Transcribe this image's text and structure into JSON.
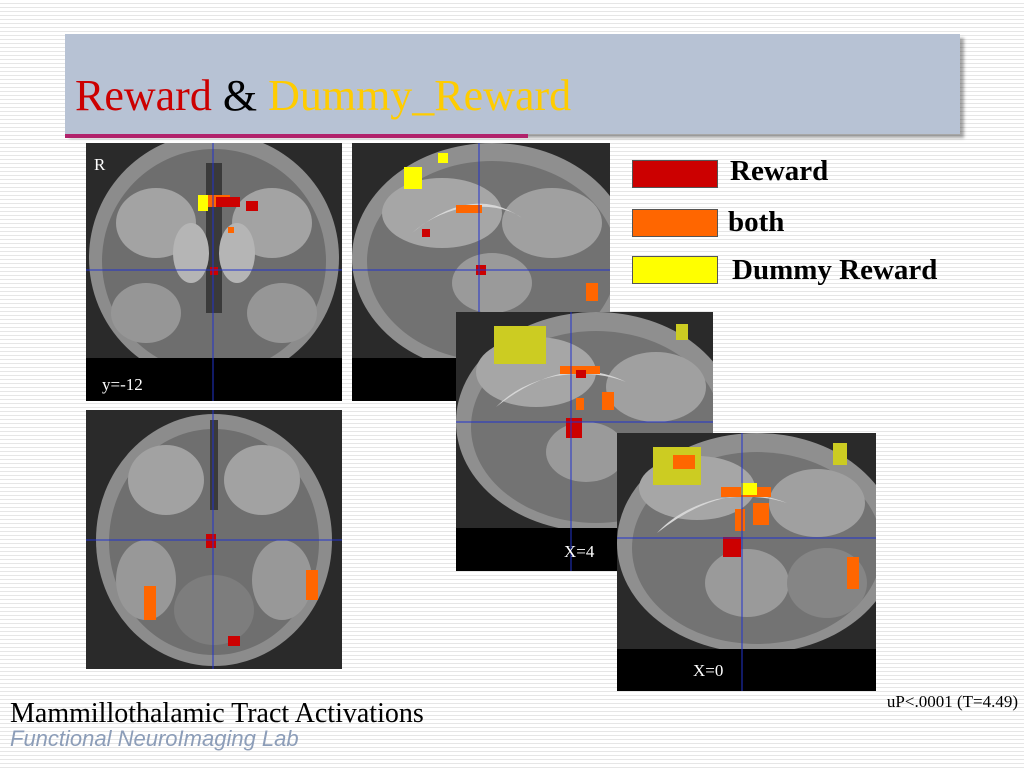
{
  "title": {
    "part1": "Reward",
    "sep": "&",
    "part2": "Dummy_Reward"
  },
  "legend": [
    {
      "label": "Reward",
      "color": "#cc0000"
    },
    {
      "label": "both",
      "color": "#ff6600"
    },
    {
      "label": "Dummy Reward",
      "color": "#ffff00"
    }
  ],
  "panels": {
    "coronal": {
      "orientation_label": "R",
      "slice_label": "y=-12"
    },
    "sagittal_top": {
      "slice_label": ""
    },
    "axial": {
      "slice_label": ""
    },
    "sagittal_x4": {
      "slice_label": "X=4"
    },
    "sagittal_x0": {
      "slice_label": "X=0"
    }
  },
  "stat_note": "uP<.0001 (T=4.49)",
  "footer": {
    "title": "Mammillothalamic Tract Activations",
    "lab": "Functional NeuroImaging Lab"
  },
  "colors": {
    "crosshair": "#2233cc",
    "title_bar": "#b7c2d4",
    "accent_line": "#b1226b"
  }
}
